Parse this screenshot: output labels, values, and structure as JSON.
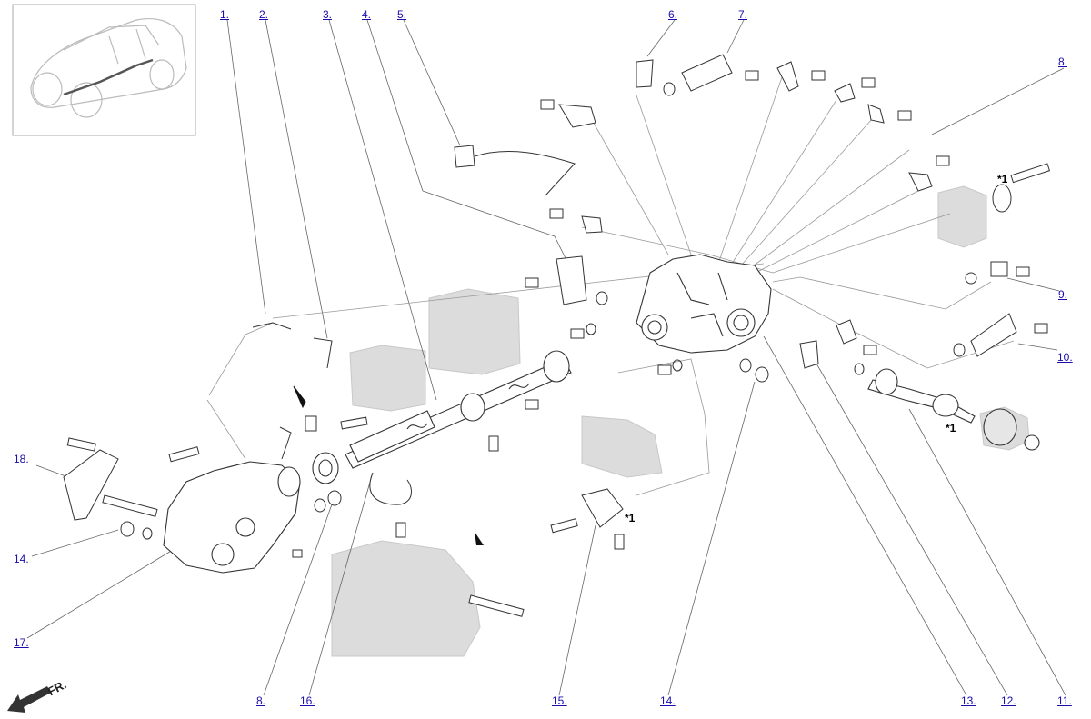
{
  "callouts": {
    "c1": "1.",
    "c2": "2.",
    "c3": "3.",
    "c4": "4.",
    "c5": "5.",
    "c6": "6.",
    "c7": "7.",
    "c8a": "8.",
    "c8b": "8.",
    "c9": "9.",
    "c10": "10.",
    "c11": "11.",
    "c12": "12.",
    "c13": "13.",
    "c14a": "14.",
    "c14b": "14.",
    "c15": "15.",
    "c16": "16.",
    "c17": "17.",
    "c18": "18."
  },
  "footnote_mark": "*1",
  "direction_label": "FR.",
  "colors": {
    "link": "#1a0dab",
    "line": "#333333",
    "shade": "#d9d9d9"
  }
}
